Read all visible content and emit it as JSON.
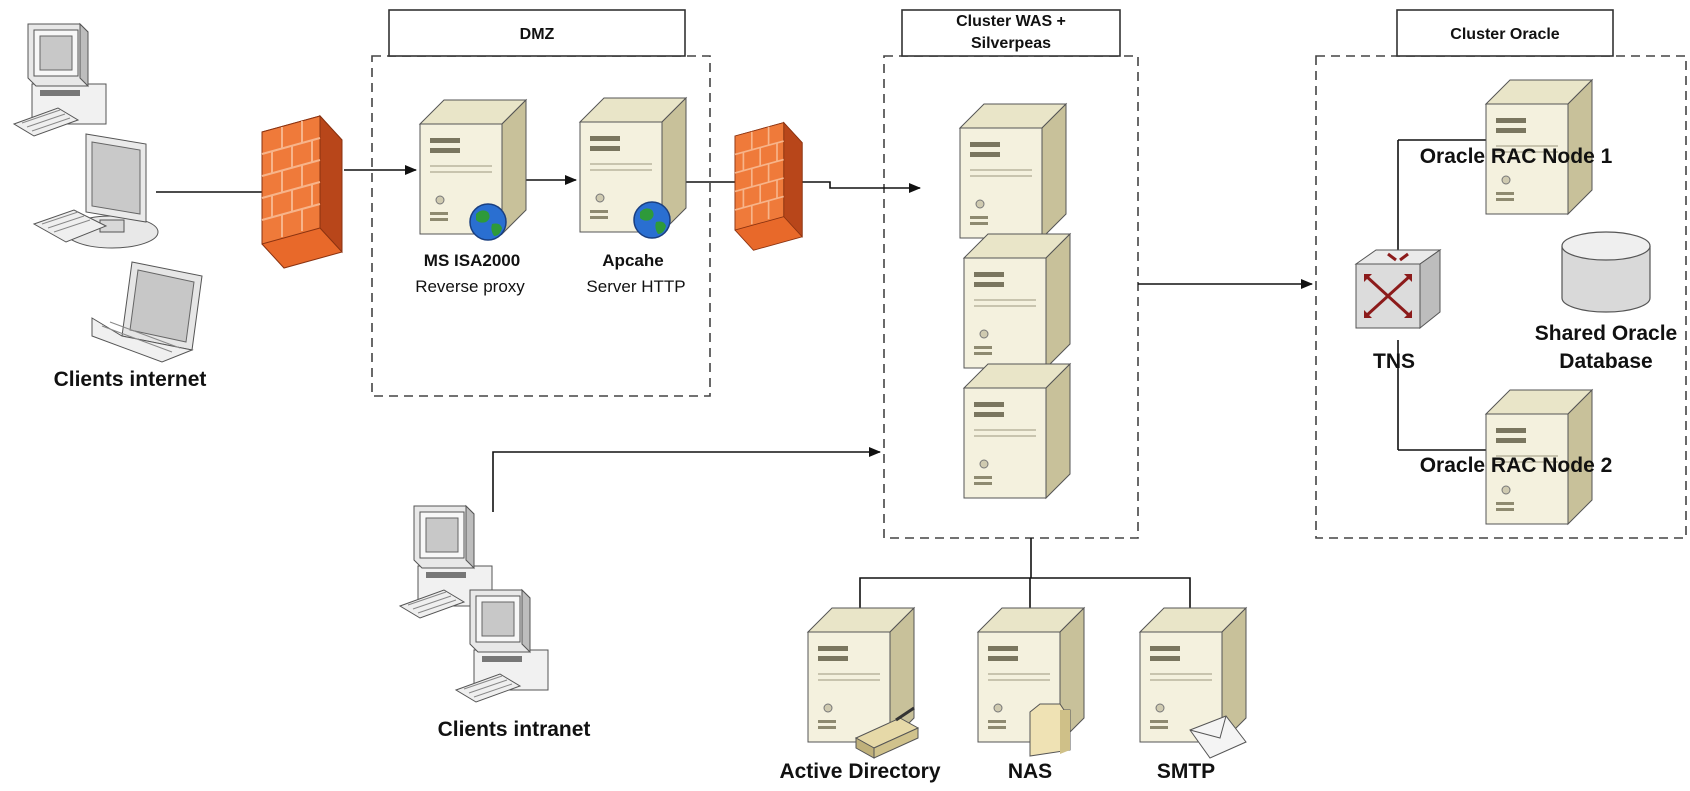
{
  "zones": {
    "dmz": "DMZ",
    "cluster_was_line1": "Cluster WAS +",
    "cluster_was_line2": "Silverpeas",
    "cluster_oracle": "Cluster Oracle"
  },
  "nodes": {
    "clients_internet": "Clients internet",
    "isa_name": "MS ISA2000",
    "isa_role": "Reverse proxy",
    "apache_name": "Apcahe",
    "apache_role": "Server HTTP",
    "clients_intranet": "Clients intranet",
    "active_directory": "Active Directory",
    "nas": "NAS",
    "smtp": "SMTP",
    "oracle_node1": "Oracle RAC Node 1",
    "oracle_node2": "Oracle RAC Node 2",
    "tns": "TNS",
    "shared_db_line1": "Shared Oracle",
    "shared_db_line2": "Database"
  },
  "colors": {
    "firewall": "#e8692a",
    "firewall_dark": "#b8461a",
    "server_front": "#f2efd9",
    "server_side": "#cfc9a6",
    "globe": "#2a6fd1",
    "globe_land": "#2e9a3a"
  },
  "icons": [
    "desktop-computer-icon",
    "laptop-icon",
    "firewall-icon",
    "server-icon",
    "globe-icon",
    "router-icon",
    "database-icon",
    "directory-icon",
    "folder-icon",
    "envelope-icon"
  ]
}
